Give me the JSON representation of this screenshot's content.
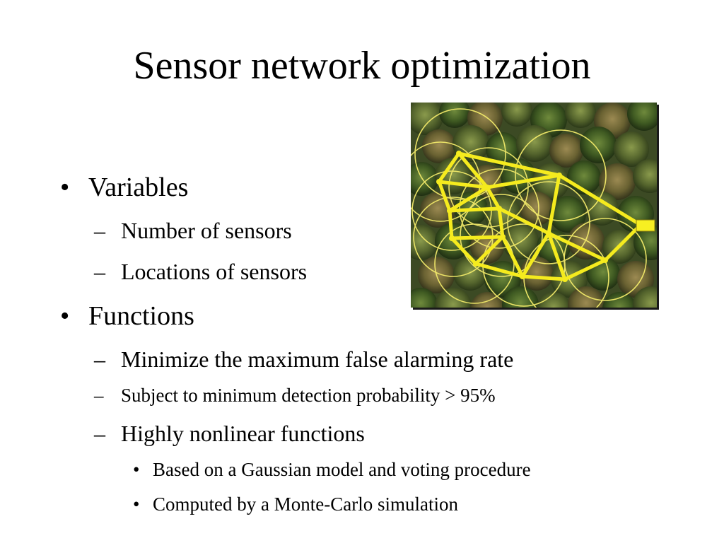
{
  "slide": {
    "title": "Sensor network optimization",
    "bullets": {
      "variables": {
        "marker": "•",
        "text": "Variables"
      },
      "num_sensors": {
        "marker": "–",
        "text": "Number of sensors"
      },
      "loc_sensors": {
        "marker": "–",
        "text": "Locations of sensors"
      },
      "functions": {
        "marker": "•",
        "text": "Functions"
      },
      "minimize": {
        "marker": "–",
        "text": "Minimize the maximum false alarming rate"
      },
      "subject": {
        "marker": "–",
        "text": "Subject to minimum detection probability > 95%"
      },
      "nonlinear": {
        "marker": "–",
        "text": "Highly nonlinear functions"
      },
      "gaussian": {
        "marker": "•",
        "text": "Based on a Gaussian model and voting procedure"
      },
      "montecarlo": {
        "marker": "•",
        "text": "Computed by a Monte-Carlo simulation"
      }
    }
  },
  "figure": {
    "name": "aerial-forest-sensor-network",
    "colors": {
      "sensor_lines": "#f5eb1e",
      "coverage_circles": "#f2ea6a",
      "base_station": "#f7ef22",
      "forest_dark": "#2e3a1c",
      "forest_light": "#7d8a45"
    }
  }
}
